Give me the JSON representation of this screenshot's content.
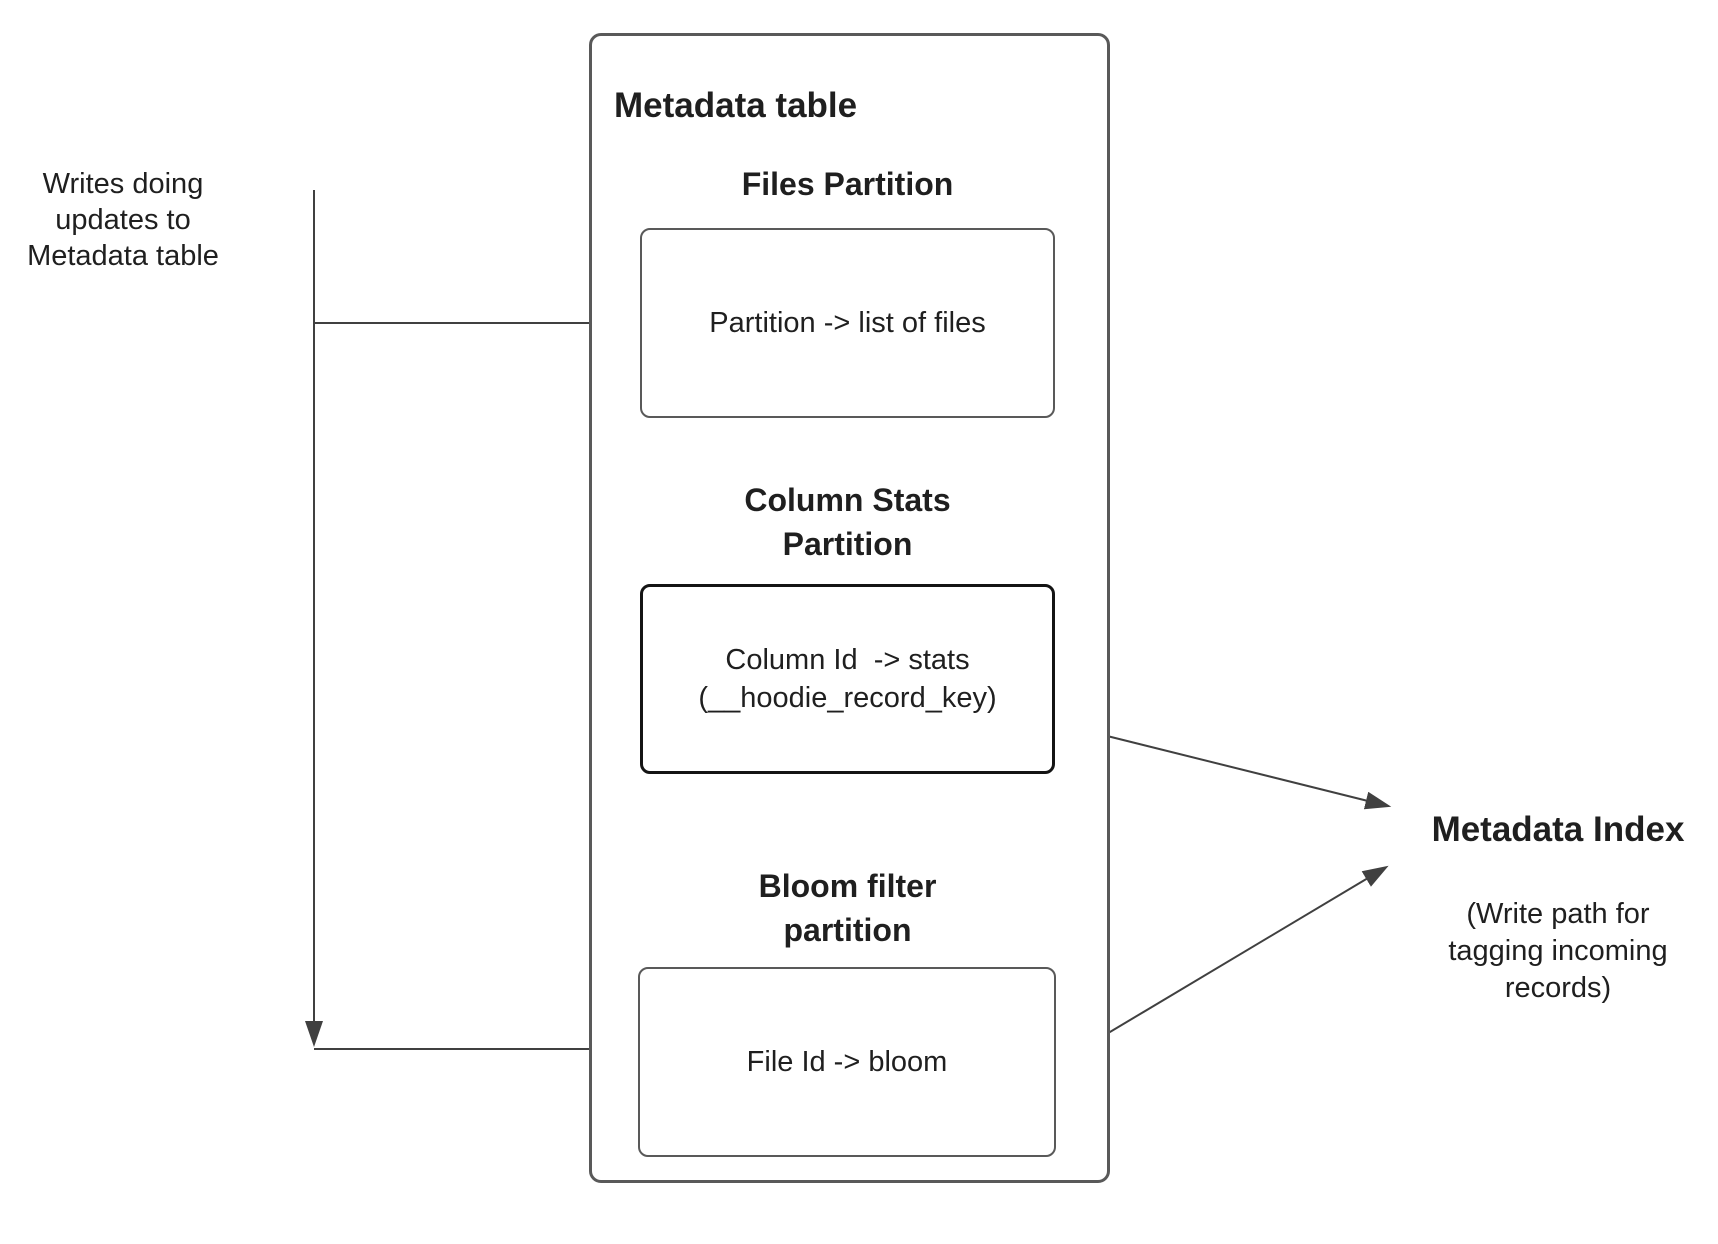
{
  "colors": {
    "background": "#ffffff",
    "box_border": "#595959",
    "emphasis_border": "#141414",
    "connector": "#404040",
    "text": "#1f1f1f"
  },
  "left_note": {
    "text": "Writes doing\nupdates to\nMetadata table"
  },
  "metadata_table": {
    "title": "Metadata table",
    "files": {
      "heading": "Files Partition",
      "body": "Partition -> list of files"
    },
    "column_stats": {
      "heading": "Column Stats\nPartition",
      "body": "Column Id  -> stats\n(__hoodie_record_key)"
    },
    "bloom": {
      "heading": "Bloom filter\npartition",
      "body": "File Id -> bloom"
    }
  },
  "metadata_index": {
    "title": "Metadata Index",
    "subtitle": "(Write path for\ntagging incoming\nrecords)"
  }
}
